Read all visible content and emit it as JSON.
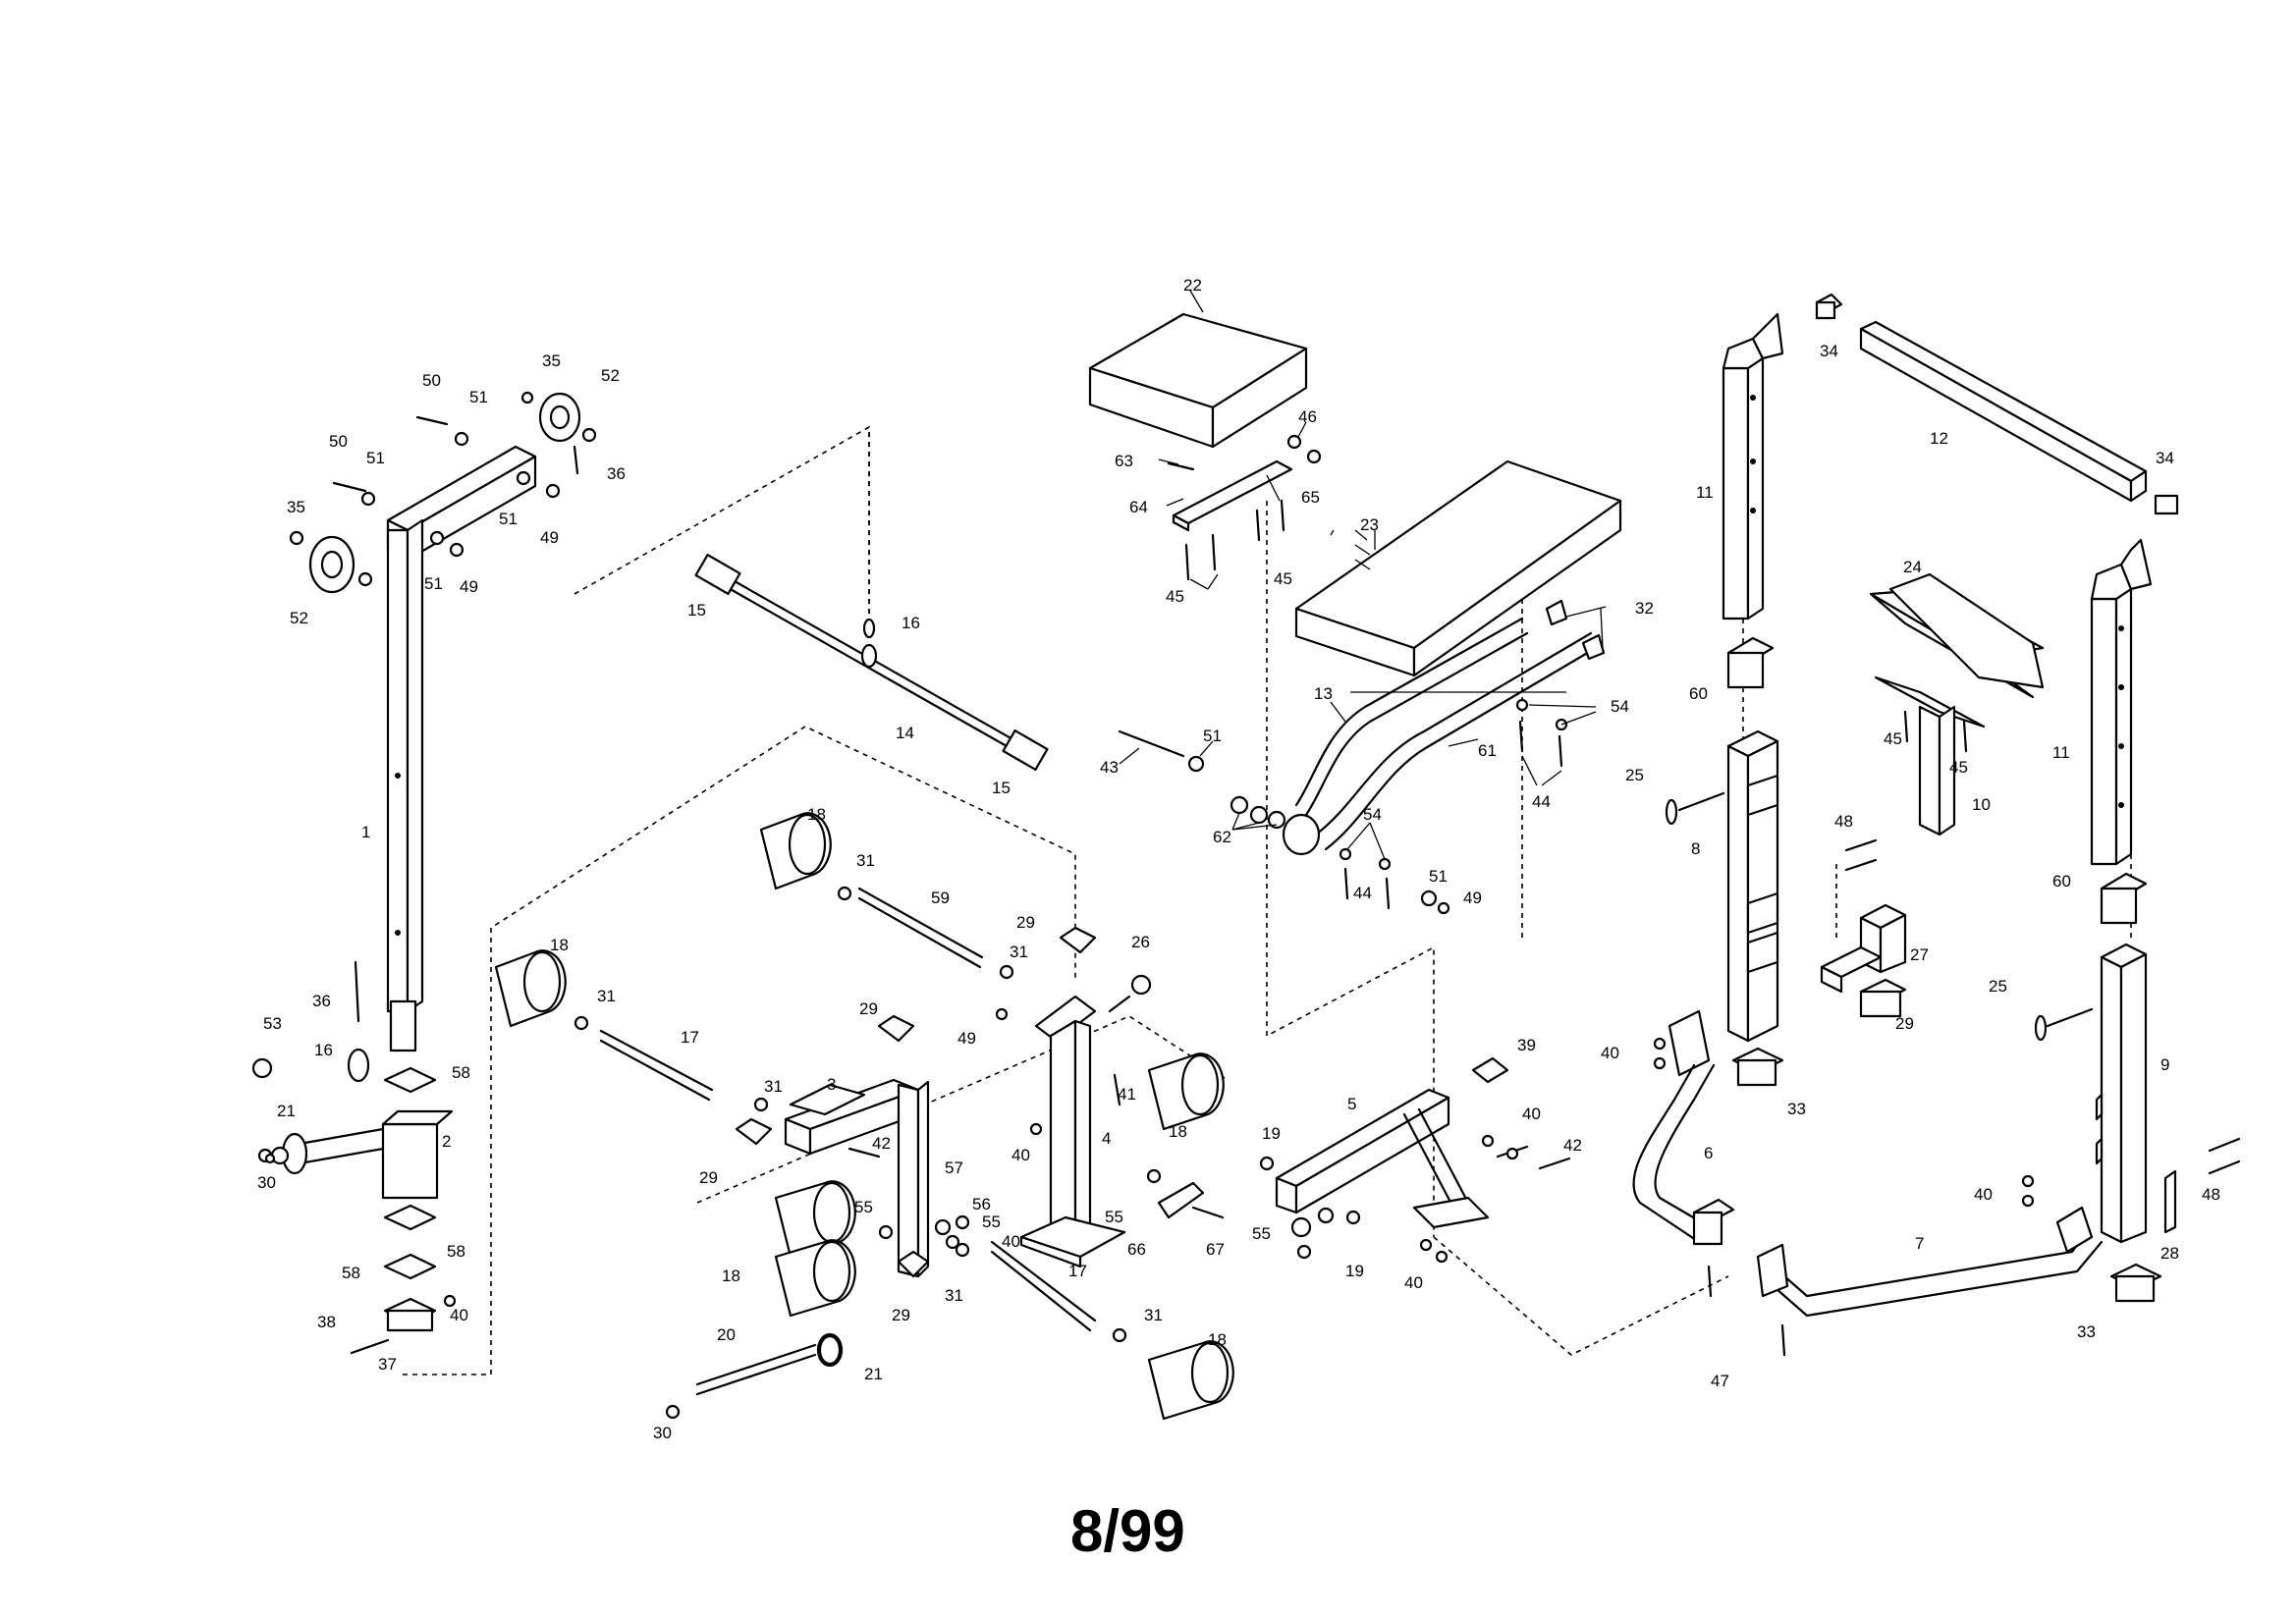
{
  "page": {
    "footer": "8/99"
  },
  "parts": {
    "p1": "1",
    "p2": "2",
    "p3": "3",
    "p4": "4",
    "p5": "5",
    "p6": "6",
    "p7": "7",
    "p8": "8",
    "p9": "9",
    "p10": "10",
    "p11": "11",
    "p12": "12",
    "p13": "13",
    "p14": "14",
    "p15": "15",
    "p16": "16",
    "p17": "17",
    "p18": "18",
    "p19": "19",
    "p20": "20",
    "p21": "21",
    "p22": "22",
    "p23": "23",
    "p24": "24",
    "p25": "25",
    "p26": "26",
    "p27": "27",
    "p28": "28",
    "p29": "29",
    "p30": "30",
    "p31": "31",
    "p32": "32",
    "p33": "33",
    "p34": "34",
    "p35": "35",
    "p36": "36",
    "p37": "37",
    "p38": "38",
    "p39": "39",
    "p40": "40",
    "p41": "41",
    "p42": "42",
    "p43": "43",
    "p44": "44",
    "p45": "45",
    "p46": "46",
    "p47": "47",
    "p48": "48",
    "p49": "49",
    "p50": "50",
    "p51": "51",
    "p52": "52",
    "p53": "53",
    "p54": "54",
    "p55": "55",
    "p56": "56",
    "p57": "57",
    "p58": "58",
    "p59": "59",
    "p60": "60",
    "p61": "61",
    "p62": "62",
    "p63": "63",
    "p64": "64",
    "p65": "65",
    "p66": "66",
    "p67": "67"
  }
}
